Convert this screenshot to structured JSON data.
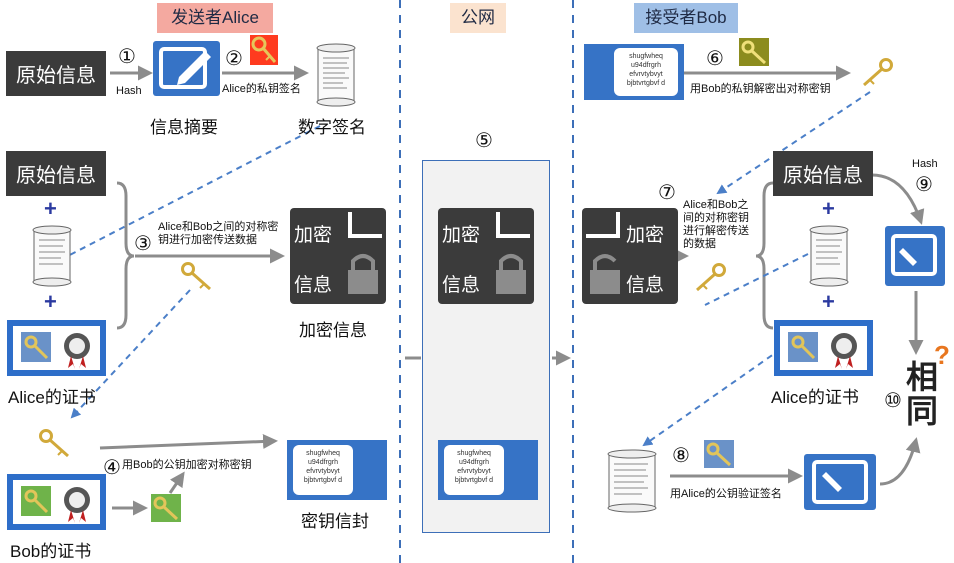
{
  "sections": {
    "sender": "发送者Alice",
    "network": "公网",
    "receiver": "接受者Bob"
  },
  "colors": {
    "sender_bg": "#f4a9a0",
    "network_bg": "#fbe3cf",
    "receiver_bg": "#9fbfe6",
    "accent_blue": "#3673c6",
    "dark": "#3b3b3b",
    "arrow": "#8c8c8c",
    "dashed_arrow": "#4b7fc8"
  },
  "steps": {
    "s1": "①",
    "s2": "②",
    "s3": "③",
    "s4": "④",
    "s5": "⑤",
    "s6": "⑥",
    "s7": "⑦",
    "s8": "⑧",
    "s9": "⑨",
    "s10": "⑩"
  },
  "sender": {
    "original_info_1": "原始信息",
    "hash": "Hash",
    "digest": "信息摘要",
    "alice_private_sign": "Alice的私钥签名",
    "digital_signature": "数字签名",
    "original_info_2": "原始信息",
    "plus": "+",
    "alice_cert": "Alice的证书",
    "step3_text": "Alice和Bob之间的对称密钥进行加密传送数据",
    "encrypted_info": "加密信息",
    "enc_word": "加密",
    "info_word": "信息",
    "step4_text": "用Bob的公钥加密对称密钥",
    "key_envelope": "密钥信封",
    "bob_cert": "Bob的证书",
    "envelope_text": "shugfwheq u94dfrgrh efvrvtybvyt bjbtvrtgbvf d"
  },
  "receiver": {
    "step6_text": "用Bob的私钥解密出对称密钥",
    "step7_text": "Alice和Bob之间的对称密钥进行解密传送的数据",
    "original_info": "原始信息",
    "hash": "Hash",
    "alice_cert": "Alice的证书",
    "same": "相同",
    "question": "?",
    "step8_text": "用Alice的公钥验证签名"
  }
}
